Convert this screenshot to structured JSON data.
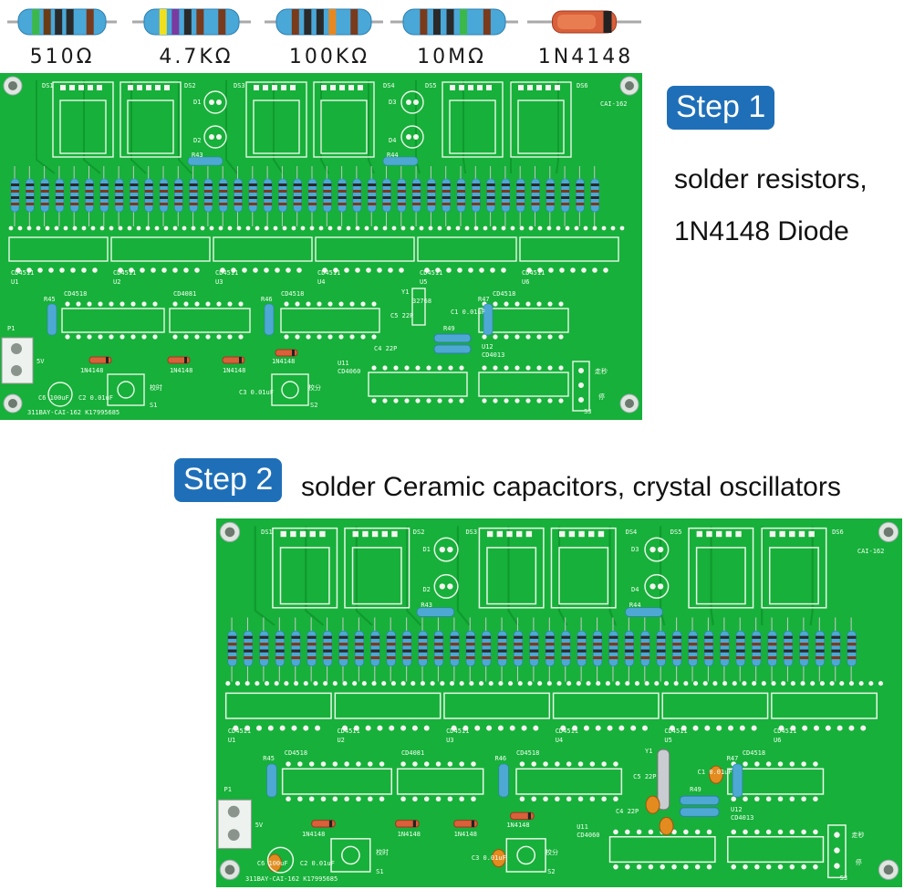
{
  "components": [
    {
      "label": "510Ω",
      "bands": [
        "#3cb84a",
        "#6b3b14",
        "#2a2a2a",
        "#2a2a2a",
        "#7a3a1c"
      ]
    },
    {
      "label": "4.7KΩ",
      "bands": [
        "#f0e020",
        "#7a3aa0",
        "#2a2a2a",
        "#7a3a1c",
        "#7a3a1c"
      ]
    },
    {
      "label": "100KΩ",
      "bands": [
        "#7a3a1c",
        "#2a2a2a",
        "#2a2a2a",
        "#e88820",
        "#7a3a1c"
      ]
    },
    {
      "label": "10MΩ",
      "bands": [
        "#7a3a1c",
        "#2a2a2a",
        "#2a2a2a",
        "#3cb84a",
        "#7a3a1c"
      ]
    },
    {
      "label": "1N4148",
      "type": "diode"
    }
  ],
  "steps": [
    {
      "badge": "Step 1",
      "lines": [
        "solder resistors,",
        "1N4148 Diode"
      ]
    },
    {
      "badge": "Step 2",
      "lines": [
        "solder Ceramic capacitors, crystal oscillators"
      ]
    }
  ],
  "boards": [
    {
      "name": "board-step1",
      "displays": [
        "DS1",
        "DS2",
        "DS3",
        "DS4",
        "DS5",
        "DS6"
      ],
      "chips": [
        "CD4511",
        "CD4511",
        "CD4511",
        "CD4511",
        "CD4511",
        "CD4511"
      ],
      "u_labels": [
        "U1",
        "U2",
        "U3",
        "U4",
        "U5",
        "U6"
      ],
      "lower_chips": [
        "CD4518",
        "CD4081",
        "CD4518",
        "CD4518"
      ],
      "diodes": [
        "1N4148",
        "1N4148",
        "1N4148",
        "1N4148"
      ],
      "led_labels": [
        "D1",
        "D2",
        "D3",
        "D4"
      ],
      "resistor_labels": [
        "R45",
        "R46",
        "R47",
        "R49",
        "R43",
        "R44"
      ],
      "cap_labels": [
        "C5 22P",
        "C1 0.01uF",
        "C2 0.01uF",
        "C3 0.01uF",
        "C6 100uF",
        "C4 22P"
      ],
      "misc": [
        "P1",
        "5V",
        "Y1",
        "U11",
        "CD4060",
        "U12",
        "CD4013",
        "S1",
        "S2",
        "S3",
        "校时",
        "校分",
        "走秒",
        "停",
        "CAI-162",
        "311BAY-CAI-162  K17995685"
      ],
      "crystal": "32768",
      "has_caps": false
    },
    {
      "name": "board-step2",
      "displays": [
        "DS1",
        "DS2",
        "DS3",
        "DS4",
        "DS5",
        "DS6"
      ],
      "chips": [
        "CD4511",
        "CD4511",
        "CD4511",
        "CD4511",
        "CD4511",
        "CD4511"
      ],
      "u_labels": [
        "U1",
        "U2",
        "U3",
        "U4",
        "U5",
        "U6"
      ],
      "lower_chips": [
        "CD4518",
        "CD4081",
        "CD4518",
        "CD4518"
      ],
      "diodes": [
        "1N4148",
        "1N4148",
        "1N4148",
        "1N4148"
      ],
      "led_labels": [
        "D1",
        "D2",
        "D3",
        "D4"
      ],
      "resistor_labels": [
        "R45",
        "R46",
        "R47",
        "R49",
        "R43",
        "R44"
      ],
      "cap_labels": [
        "C5 22P",
        "C1 0.01uF",
        "C2 0.01uF",
        "C3 0.01uF",
        "C6 100uF",
        "C4 22P"
      ],
      "misc": [
        "P1",
        "5V",
        "Y1",
        "U11",
        "CD4060",
        "U12",
        "CD4013",
        "S1",
        "S2",
        "S3",
        "校时",
        "校分",
        "走秒",
        "停",
        "CAI-162",
        "311BAY-CAI-162  K17995685"
      ],
      "crystal": "",
      "has_caps": true
    }
  ]
}
